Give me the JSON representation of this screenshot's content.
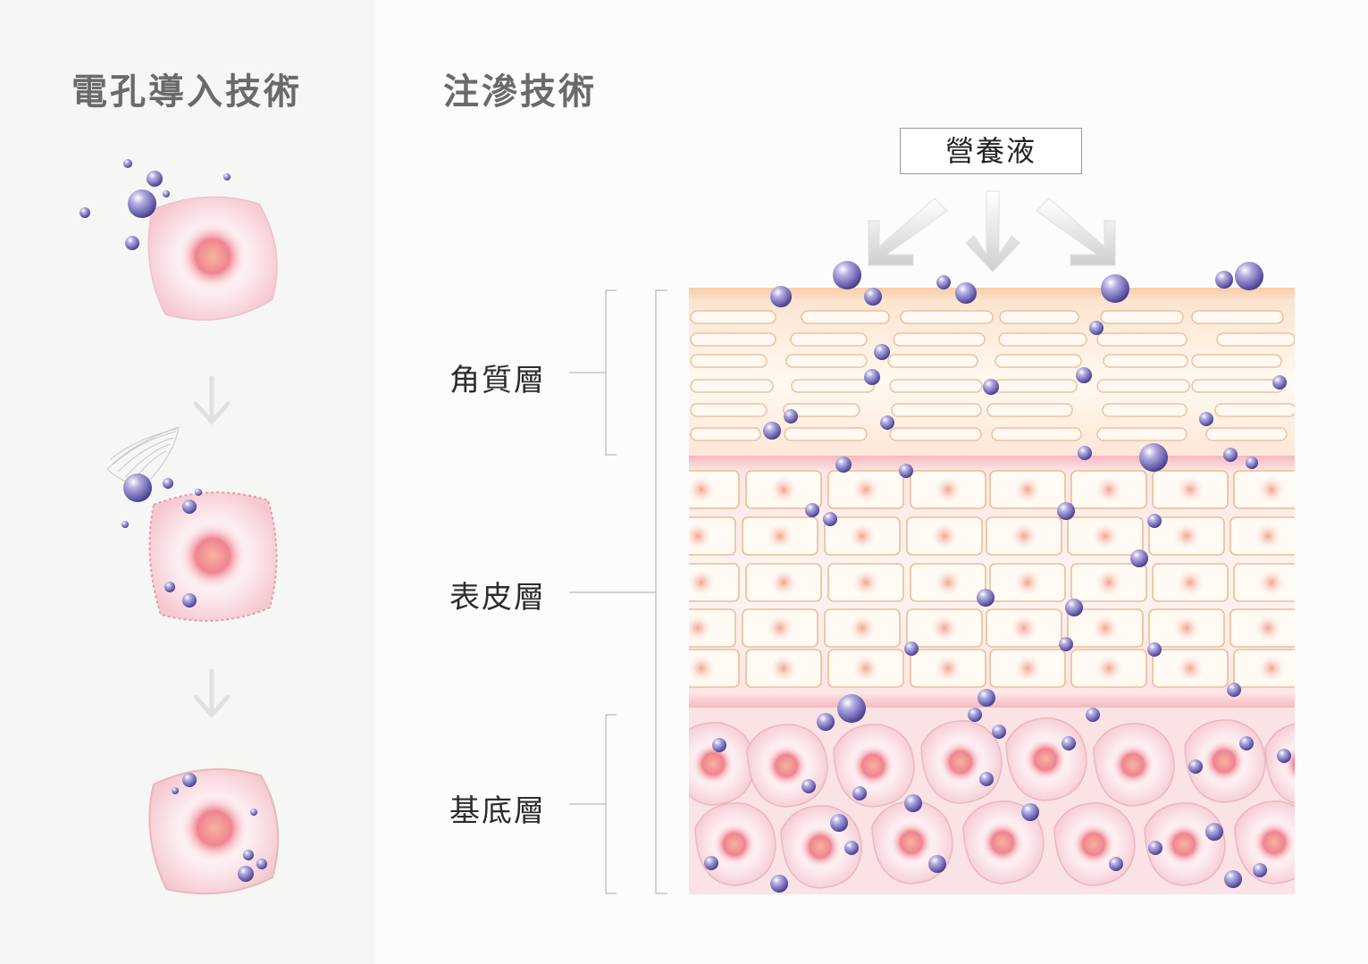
{
  "left": {
    "title": "電孔導入技術"
  },
  "right": {
    "title": "注滲技術",
    "source_label": "營養液"
  },
  "layers": [
    {
      "label": "角質層"
    },
    {
      "label": "表皮層"
    },
    {
      "label": "基底層"
    }
  ],
  "colors": {
    "particle": "#6a62b0",
    "cell_pink": "#f7d6dc",
    "nucleus": "#ee8a92",
    "stratum_corneum": "#fbe3cc",
    "cell_outline": "#eab98e"
  }
}
